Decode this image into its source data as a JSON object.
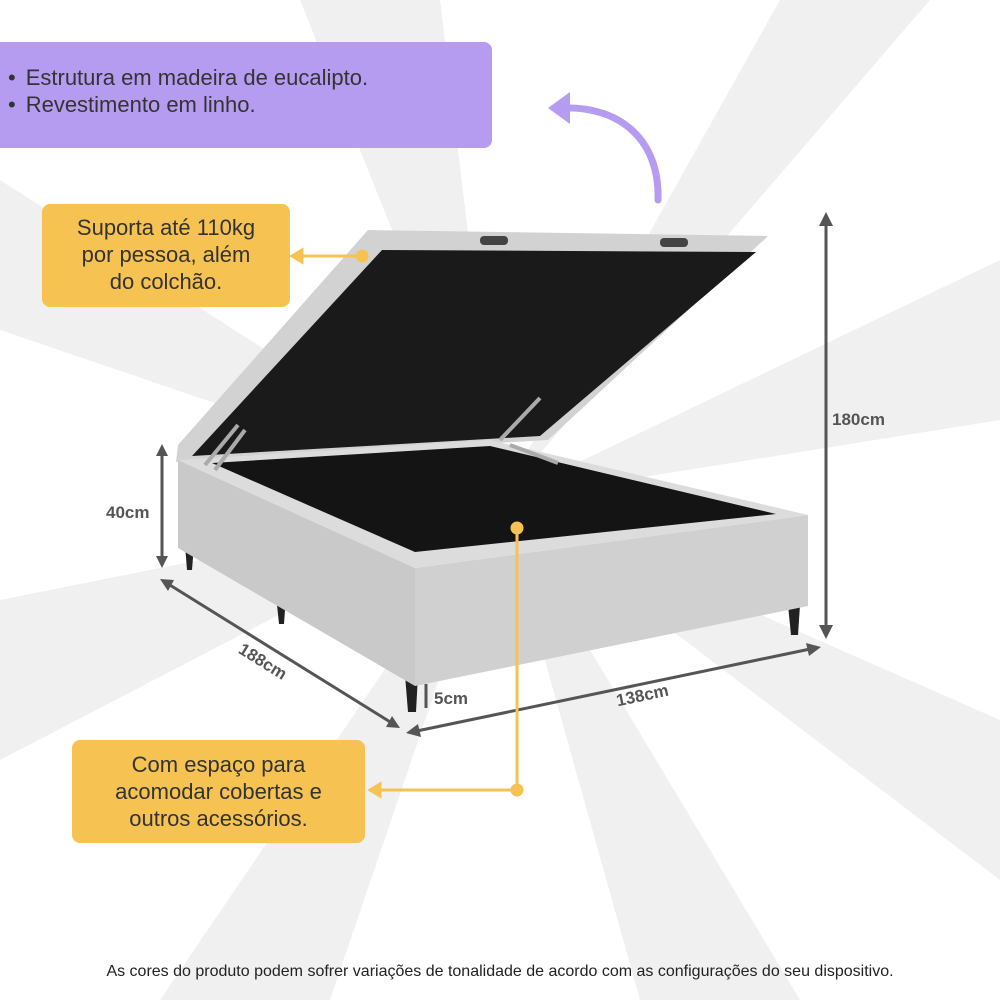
{
  "features": {
    "items": [
      "Estrutura em madeira de eucalipto.",
      "Revestimento em linho."
    ]
  },
  "support_note": {
    "lines": [
      "Suporta até 110kg",
      "por pessoa, além",
      "do colchão."
    ]
  },
  "storage_note": {
    "lines": [
      "Com espaço para",
      "acomodar cobertas e",
      "outros acessórios."
    ]
  },
  "dimensions": {
    "height_open": "180cm",
    "base_height": "40cm",
    "length": "188cm",
    "width": "138cm",
    "leg_height": "5cm"
  },
  "footer": "As cores do produto podem sofrer variações de tonalidade de acordo com as configurações do seu dispositivo.",
  "colors": {
    "purple": "#b69cf0",
    "orange": "#f6c352",
    "fabric": "#cfcfcf",
    "interior": "#151515",
    "dimension_line": "#555555"
  }
}
